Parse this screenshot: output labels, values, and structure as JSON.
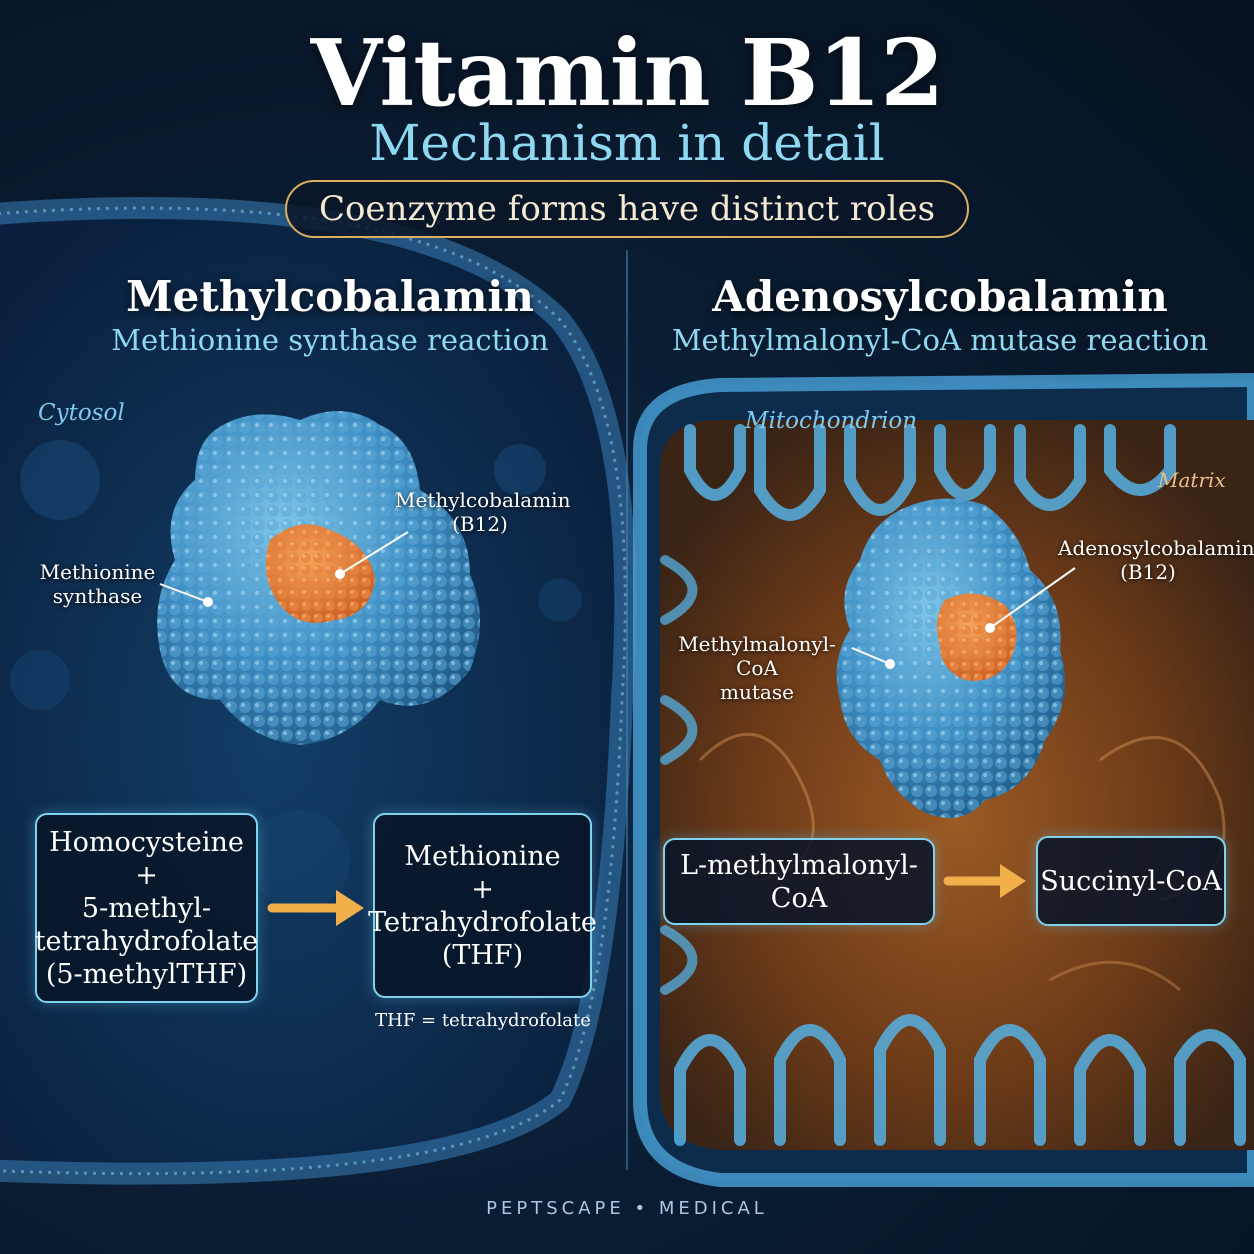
{
  "header": {
    "title": "Vitamin B12",
    "subtitle": "Mechanism in detail",
    "tagline": "Coenzyme forms have distinct roles"
  },
  "left_panel": {
    "heading": "Methylcobalamin",
    "subheading": "Methionine synthase reaction",
    "location": "Cytosol",
    "enzyme_label": [
      "Methionine",
      "synthase"
    ],
    "cofactor_label": [
      "Methylcobalamin",
      "(B12)"
    ],
    "substrate_box": [
      "Homocysteine",
      "+",
      "5-methyl-",
      "tetrahydrofolate",
      "(5-methylTHF)"
    ],
    "product_box": [
      "Methionine",
      "+",
      "Tetrahydrofolate",
      "(THF)"
    ],
    "footnote": "THF = tetrahydrofolate"
  },
  "right_panel": {
    "heading": "Adenosylcobalamin",
    "subheading": "Methylmalonyl-CoA mutase reaction",
    "location": "Mitochondrion",
    "region": "Matrix",
    "enzyme_label": [
      "Methylmalonyl-CoA",
      "mutase"
    ],
    "cofactor_label": [
      "Adenosylcobalamin",
      "(B12)"
    ],
    "substrate_box": "L-methylmalonyl-CoA",
    "product_box": "Succinyl-CoA"
  },
  "footer": "PEPTSCAPE • MEDICAL",
  "icons": {
    "arrow": "right-arrow-icon",
    "protein": "protein-structure-icon"
  },
  "colors": {
    "accent_gold": "#d9b060",
    "cyan": "#8fd8f2",
    "protein_blue": "#3f8fc4",
    "cofactor_orange": "#e07a35",
    "matrix_orange": "#8a4a1c",
    "arrow": "#f2b04a"
  }
}
